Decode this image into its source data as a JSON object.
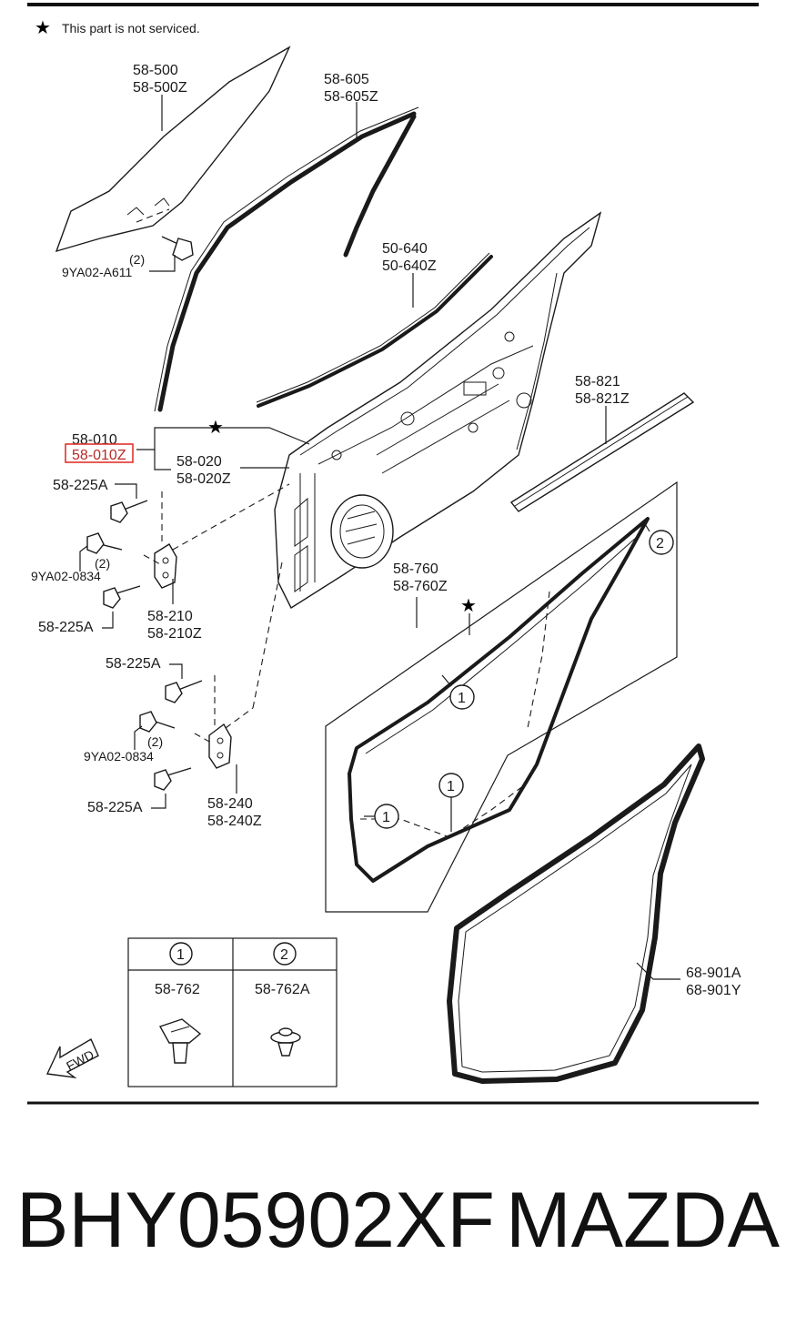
{
  "note": "This part is not serviced.",
  "parts": {
    "glass": [
      "58-500",
      "58-500Z"
    ],
    "run_channel": [
      "58-605",
      "58-605Z"
    ],
    "weatherstrip_inner": [
      "50-640",
      "50-640Z"
    ],
    "weatherstrip_outer": [
      "58-821",
      "58-821Z"
    ],
    "door_panel": [
      "58-010",
      "58-010Z"
    ],
    "door_inner": [
      "58-020",
      "58-020Z"
    ],
    "upper_hinge": [
      "58-210",
      "58-210Z"
    ],
    "lower_hinge": [
      "58-240",
      "58-240Z"
    ],
    "door_seal": [
      "58-760",
      "58-760Z"
    ],
    "body_seal": [
      "68-901A",
      "68-901Y"
    ],
    "bolt_a": "58-225A",
    "bolt_b": "9YA02-0834",
    "bolt_glass": "9YA02-A611",
    "qty2": "(2)"
  },
  "callouts": {
    "one": "1",
    "two": "2"
  },
  "clip_table": {
    "headers": [
      "1",
      "2"
    ],
    "codes": [
      "58-762",
      "58-762A"
    ]
  },
  "fwd_label": "FWD",
  "footer": {
    "part_number": "BHY05902XF",
    "brand": "MAZDA"
  }
}
